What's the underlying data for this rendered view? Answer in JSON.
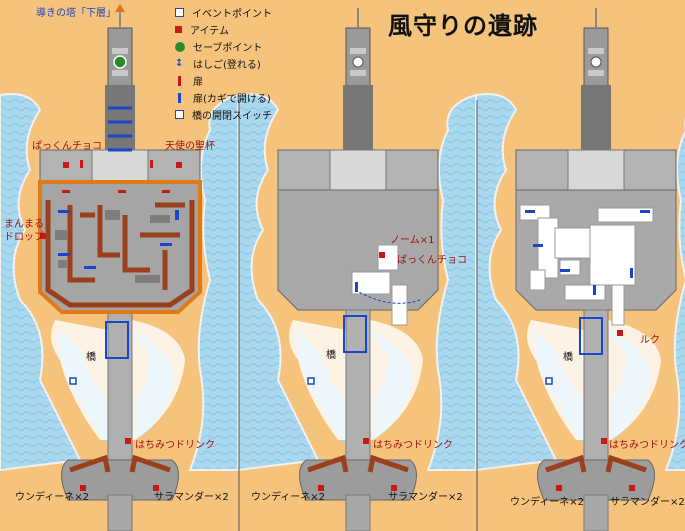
{
  "title": "風守りの遺跡",
  "top_label": "導きの塔「下層」",
  "legend": [
    {
      "icon": "event-point-icon",
      "label": "イベントポイント",
      "color": "#1a46c8"
    },
    {
      "icon": "item-icon",
      "label": "アイテム",
      "color": "#c81818"
    },
    {
      "icon": "save-point-icon",
      "label": "セーブポイント",
      "color": "#2c8a2c"
    },
    {
      "icon": "ladder-icon",
      "label": "はしご(登れる)",
      "color": "#1a46c8"
    },
    {
      "icon": "door-icon",
      "label": "扉",
      "color": "#c81818"
    },
    {
      "icon": "locked-door-icon",
      "label": "扉(カギで開ける)",
      "color": "#1a46c8"
    },
    {
      "icon": "bridge-switch-icon",
      "label": "橋の開閉スイッチ",
      "color": "#1a46c8"
    }
  ],
  "panel1": {
    "upper_left_item": "ぱっくんチョコ",
    "upper_right_item": "天使の聖杯",
    "left_item_line1": "まんまる",
    "left_item_line2": "ドロップ",
    "bridge": "橋",
    "item_bottom": "はちみつドリンク",
    "enemy_left": "ウンディーネ×2",
    "enemy_right": "サラマンダー×2"
  },
  "panel2": {
    "item_a": "ノーム×1",
    "item_b": "ぱっくんチョコ",
    "bridge": "橋",
    "item_bottom": "はちみつドリンク",
    "enemy_left": "ウンディーネ×2",
    "enemy_right": "サラマンダー×2"
  },
  "panel3": {
    "item_a": "ルク",
    "bridge": "橋",
    "item_bottom": "はちみつドリンク",
    "enemy_left": "ウンディーネ×2",
    "enemy_right": "サラマンダー×2"
  },
  "colors": {
    "sand": "#f6c37d",
    "water": "#a9d8ef",
    "stone": "#a9a9a9",
    "stone_dark": "#7d7d7d",
    "wall_brown": "#9c3f1c",
    "accent_blue": "#1a46c8",
    "accent_red": "#c81818"
  }
}
